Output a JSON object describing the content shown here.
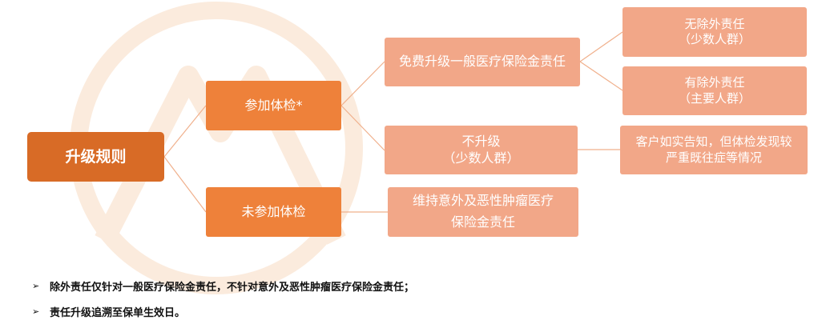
{
  "colors": {
    "root": "#D86B26",
    "level1": "#EE813A",
    "level2": "#F2A788",
    "connector": "#F0B08C",
    "watermark": "#FBEBDD"
  },
  "root": {
    "label": "升级规则"
  },
  "exam": {
    "label": "参加体检*"
  },
  "no_exam": {
    "label": "未参加体检"
  },
  "free_upgrade": {
    "label": "免费升级一般医疗保险金责任"
  },
  "no_upgrade": {
    "line1": "不升级",
    "line2": "（少数人群）"
  },
  "maintain": {
    "line1": "维持意外及恶性肿瘤医疗",
    "line2": "保险金责任"
  },
  "no_exclusion": {
    "line1": "无除外责任",
    "line2": "（少数人群）"
  },
  "with_exclusion": {
    "line1": "有除外责任",
    "line2": "（主要人群）"
  },
  "customer_case": {
    "line1": "客户如实告知，但体检发现较",
    "line2": "严重既往症等情况"
  },
  "notes": [
    {
      "bullet": "➢",
      "text": "除外责任仅针对一般医疗保险金责任，不针对意外及恶性肿瘤医疗保险金责任；"
    },
    {
      "bullet": "➢",
      "text": "责任升级追溯至保单生效日。"
    }
  ]
}
